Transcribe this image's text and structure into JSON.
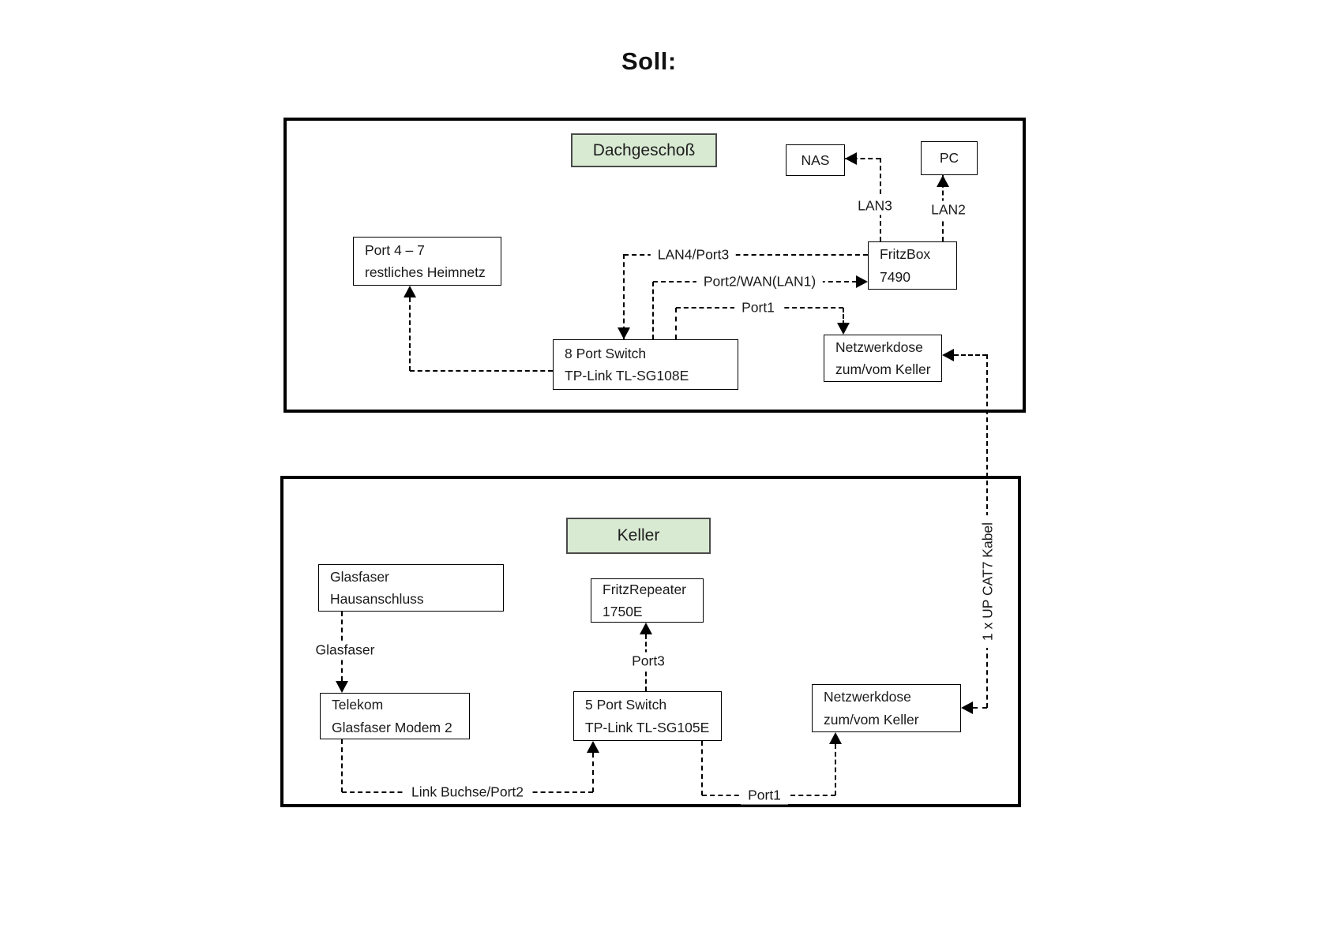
{
  "title": "Soll:",
  "colors": {
    "section_fill": "#d9ead3",
    "line": "#000000",
    "background": "#ffffff"
  },
  "sections": {
    "dachgeschoss": {
      "label": "Dachgeschoß"
    },
    "keller": {
      "label": "Keller"
    }
  },
  "nodes": {
    "nas": {
      "label": "NAS"
    },
    "pc": {
      "label": "PC"
    },
    "fritzbox": {
      "line1": "FritzBox",
      "line2": "7490"
    },
    "port47": {
      "line1": "Port 4 – 7",
      "line2": "restliches Heimnetz"
    },
    "switch8": {
      "line1": "8 Port Switch",
      "line2": "TP-Link TL-SG108E"
    },
    "netzdose_dg": {
      "line1": "Netzwerkdose",
      "line2": "zum/vom Keller"
    },
    "glasfaser_haus": {
      "line1": "Glasfaser",
      "line2": "Hausanschluss"
    },
    "fritzrepeater": {
      "line1": "FritzRepeater",
      "line2": "1750E"
    },
    "telekom": {
      "line1": "Telekom",
      "line2": "Glasfaser Modem 2"
    },
    "switch5": {
      "line1": "5 Port Switch",
      "line2": "TP-Link TL-SG105E"
    },
    "netzdose_k": {
      "line1": "Netzwerkdose",
      "line2": "zum/vom Keller"
    }
  },
  "labels": {
    "lan3": "LAN3",
    "lan2": "LAN2",
    "lan4port3": "LAN4/Port3",
    "port2wan": "Port2/WAN(LAN1)",
    "port1_dg": "Port1",
    "glasfaser": "Glasfaser",
    "port3": "Port3",
    "linkbuchse": "Link Buchse/Port2",
    "port1_k": "Port1",
    "cat7": "1 x UP CAT7 Kabel"
  }
}
